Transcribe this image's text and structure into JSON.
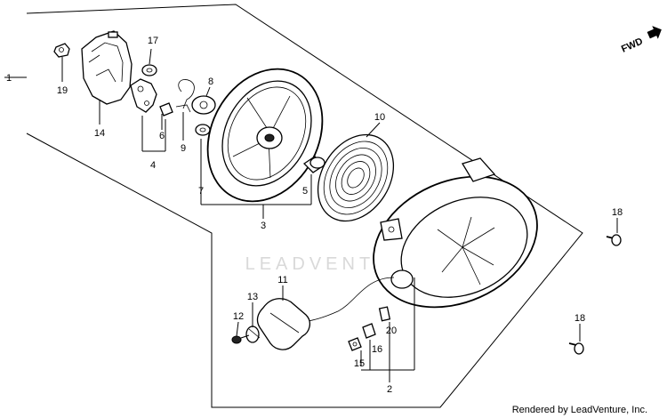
{
  "watermark": "LEADVENTURE",
  "footer": "Rendered by LeadVenture, Inc.",
  "fwd_label": "FWD",
  "callouts": {
    "c1": "1",
    "c2": "2",
    "c3": "3",
    "c4": "4",
    "c5": "5",
    "c6": "6",
    "c7": "7",
    "c8": "8",
    "c9": "9",
    "c10": "10",
    "c11": "11",
    "c12": "12",
    "c13": "13",
    "c14": "14",
    "c15": "15",
    "c16": "16",
    "c17": "17",
    "c18a": "18",
    "c18b": "18",
    "c19": "19",
    "c20": "20"
  }
}
